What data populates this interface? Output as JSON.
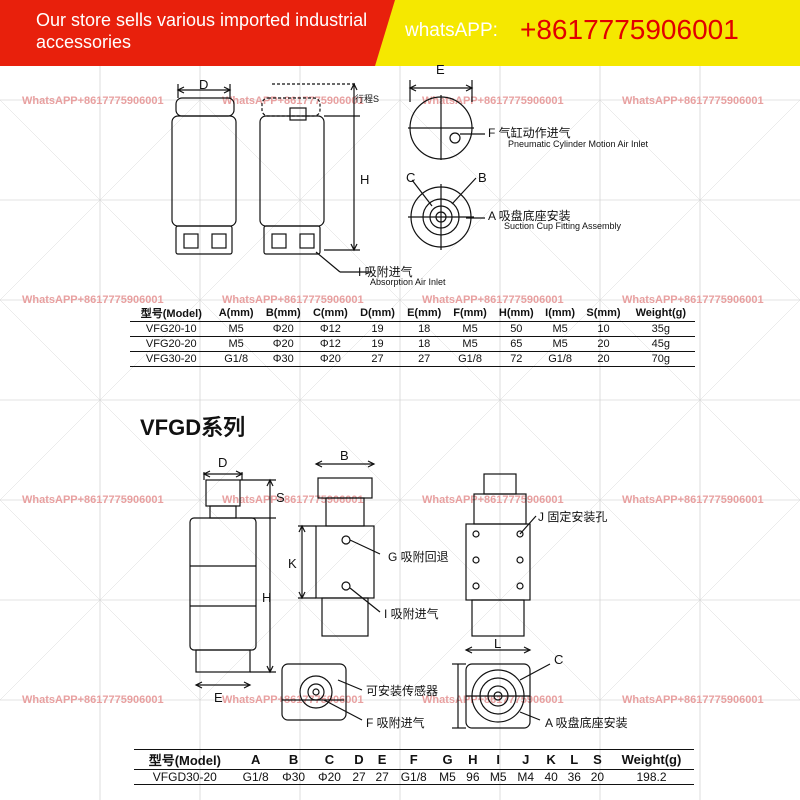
{
  "header": {
    "store_text": "Our store sells various imported industrial accessories",
    "whatsapp_label": "whatsAPP:",
    "phone": "+8617775906001",
    "banner_color": "#e8200c",
    "accent_color": "#f5e800"
  },
  "watermark": "WhatsAPP+8617775906001",
  "vfg": {
    "dims": {
      "D": "D",
      "stroke_s": "行程S",
      "H": "H",
      "E": "E",
      "C": "C",
      "B": "B"
    },
    "callouts": {
      "F_cn": "F 气缸动作进气",
      "F_en": "Pneumatic Cylinder Motion Air Inlet",
      "A_cn": "A 吸盘底座安装",
      "A_en": "Suction Cup Fitting Assembly",
      "I_cn": "I 吸附进气",
      "I_en": "Absorption Air Inlet"
    },
    "table": {
      "headers": [
        "型号(Model)",
        "A(mm)",
        "B(mm)",
        "C(mm)",
        "D(mm)",
        "E(mm)",
        "F(mm)",
        "H(mm)",
        "I(mm)",
        "S(mm)",
        "Weight(g)"
      ],
      "rows": [
        [
          "VFG20-10",
          "M5",
          "Φ20",
          "Φ12",
          "19",
          "18",
          "M5",
          "50",
          "M5",
          "10",
          "35g"
        ],
        [
          "VFG20-20",
          "M5",
          "Φ20",
          "Φ12",
          "19",
          "18",
          "M5",
          "65",
          "M5",
          "20",
          "45g"
        ],
        [
          "VFG30-20",
          "G1/8",
          "Φ30",
          "Φ20",
          "27",
          "27",
          "G1/8",
          "72",
          "G1/8",
          "20",
          "70g"
        ]
      ]
    }
  },
  "vfgd": {
    "title": "VFGD系列",
    "dims": {
      "D": "D",
      "S": "S",
      "H": "H",
      "E": "E",
      "B": "B",
      "K": "K",
      "L": "L",
      "C": "C"
    },
    "callouts": {
      "G": "G 吸附回退",
      "I": "I 吸附进气",
      "J": "J 固定安装孔",
      "sensor": "可安装传感器",
      "F": "F 吸附进气",
      "A": "A 吸盘底座安装"
    },
    "table": {
      "headers": [
        "型号(Model)",
        "A",
        "B",
        "C",
        "D",
        "E",
        "F",
        "G",
        "H",
        "I",
        "J",
        "K",
        "L",
        "S",
        "Weight(g)"
      ],
      "rows": [
        [
          "VFGD30-20",
          "G1/8",
          "Φ30",
          "Φ20",
          "27",
          "27",
          "G1/8",
          "M5",
          "96",
          "M5",
          "M4",
          "40",
          "36",
          "20",
          "198.2"
        ]
      ]
    }
  }
}
